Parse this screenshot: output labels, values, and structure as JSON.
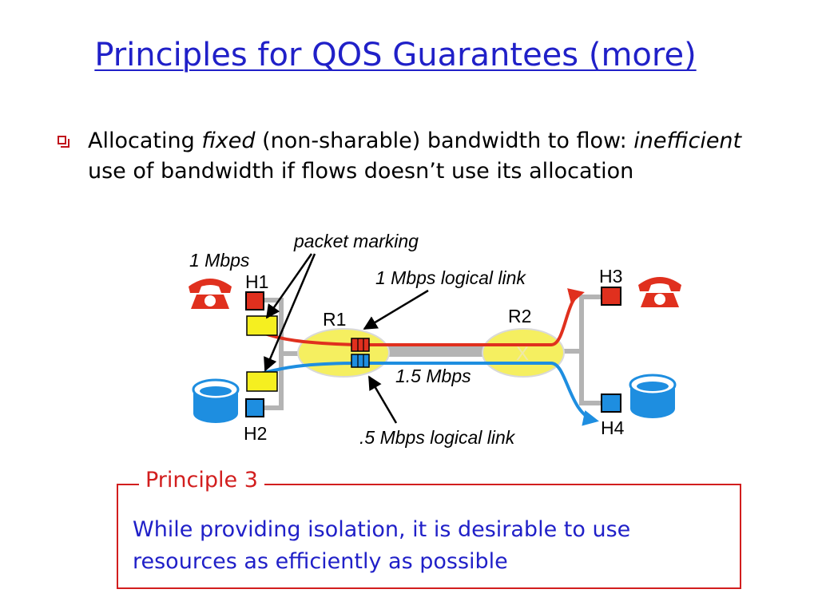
{
  "slide": {
    "title": "Principles for QOS Guarantees (more)"
  },
  "bullet": {
    "part1": "Allocating ",
    "fixed": "fixed",
    "part2": " (non-sharable) bandwidth to flow: ",
    "inefficient": "inefficient",
    "part3": " use of bandwidth if flows doesn’t use its allocation"
  },
  "diagram": {
    "packet_marking": "packet marking",
    "rate_1mbps": "1 Mbps",
    "logical_link_1": "1 Mbps logical link",
    "rate_15mbps": "1.5 Mbps",
    "logical_link_05": ".5 Mbps logical link",
    "h1": "H1",
    "h2": "H2",
    "h3": "H3",
    "h4": "H4",
    "r1": "R1",
    "r2": "R2",
    "colors": {
      "red_flow": "#e0301e",
      "blue_flow": "#1e8ee0",
      "router": "#f5ef60",
      "marker": "#f5ef20",
      "link": "#b4b4b4"
    }
  },
  "principle": {
    "title": "Principle 3",
    "text": "While providing isolation, it is desirable to use resources as efficiently as possible"
  }
}
